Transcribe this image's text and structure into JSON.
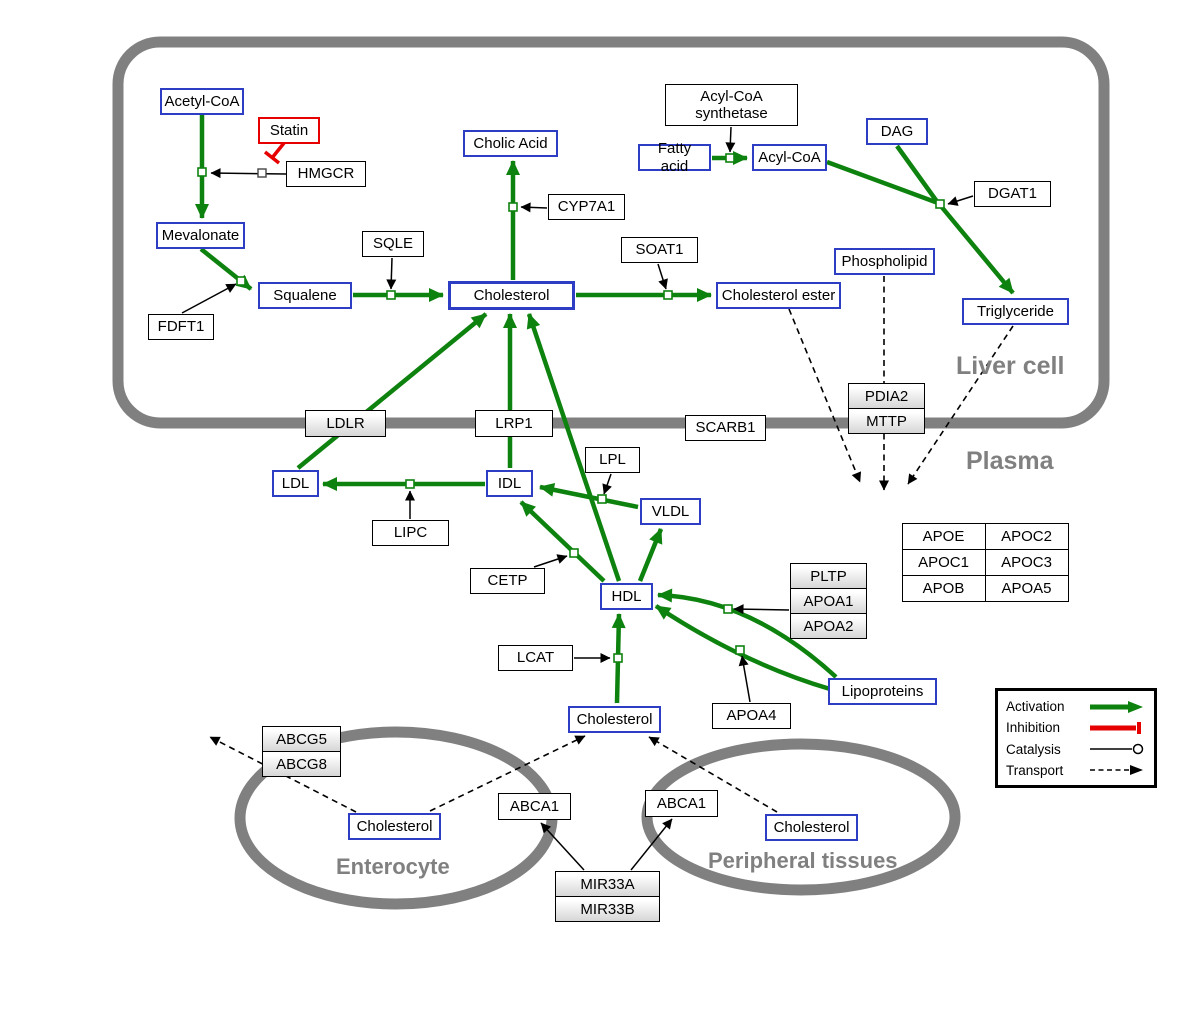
{
  "compartments": {
    "liver": "Liver cell",
    "plasma": "Plasma",
    "enterocyte": "Enterocyte",
    "peripheral": "Peripheral tissues"
  },
  "nodes": {
    "acetyl_coa": "Acetyl-CoA",
    "statin": "Statin",
    "hmgcr": "HMGCR",
    "mevalonate": "Mevalonate",
    "fdft1": "FDFT1",
    "squalene": "Squalene",
    "sqle": "SQLE",
    "cholic_acid": "Cholic Acid",
    "cyp7a1": "CYP7A1",
    "cholesterol_liver": "Cholesterol",
    "soat1": "SOAT1",
    "cholesterol_ester": "Cholesterol ester",
    "acyl_coa_synthetase": "Acyl-CoA synthetase",
    "fatty_acid": "Fatty acid",
    "acyl_coa": "Acyl-CoA",
    "dag": "DAG",
    "dgat1": "DGAT1",
    "phospholipid": "Phospholipid",
    "triglyceride": "Triglyceride",
    "ldlr": "LDLR",
    "lrp1": "LRP1",
    "scarb1": "SCARB1",
    "pdia2": "PDIA2",
    "mttp": "MTTP",
    "ldl": "LDL",
    "idl": "IDL",
    "lipc": "LIPC",
    "lpl": "LPL",
    "vldl": "VLDL",
    "cetp": "CETP",
    "hdl": "HDL",
    "pltp": "PLTP",
    "apoa1": "APOA1",
    "apoa2": "APOA2",
    "lcat": "LCAT",
    "apoa4": "APOA4",
    "lipoproteins": "Lipoproteins",
    "cholesterol_plasma": "Cholesterol",
    "abcg5": "ABCG5",
    "abcg8": "ABCG8",
    "cholesterol_enterocyte": "Cholesterol",
    "abca1_enterocyte": "ABCA1",
    "abca1_peripheral": "ABCA1",
    "mir33a": "MIR33A",
    "mir33b": "MIR33B",
    "cholesterol_peripheral": "Cholesterol"
  },
  "apo_table": {
    "rows": [
      [
        "APOE",
        "APOC2"
      ],
      [
        "APOC1",
        "APOC3"
      ],
      [
        "APOB",
        "APOA5"
      ]
    ]
  },
  "legend": {
    "items": [
      {
        "label": "Activation"
      },
      {
        "label": "Inhibition"
      },
      {
        "label": "Catalysis"
      },
      {
        "label": "Transport"
      }
    ]
  },
  "colors": {
    "activation_green": "#0e820e",
    "inhibition_red": "#e60000",
    "metabolite_border_blue": "#2e3ec4",
    "compartment_gray": "#808080"
  }
}
